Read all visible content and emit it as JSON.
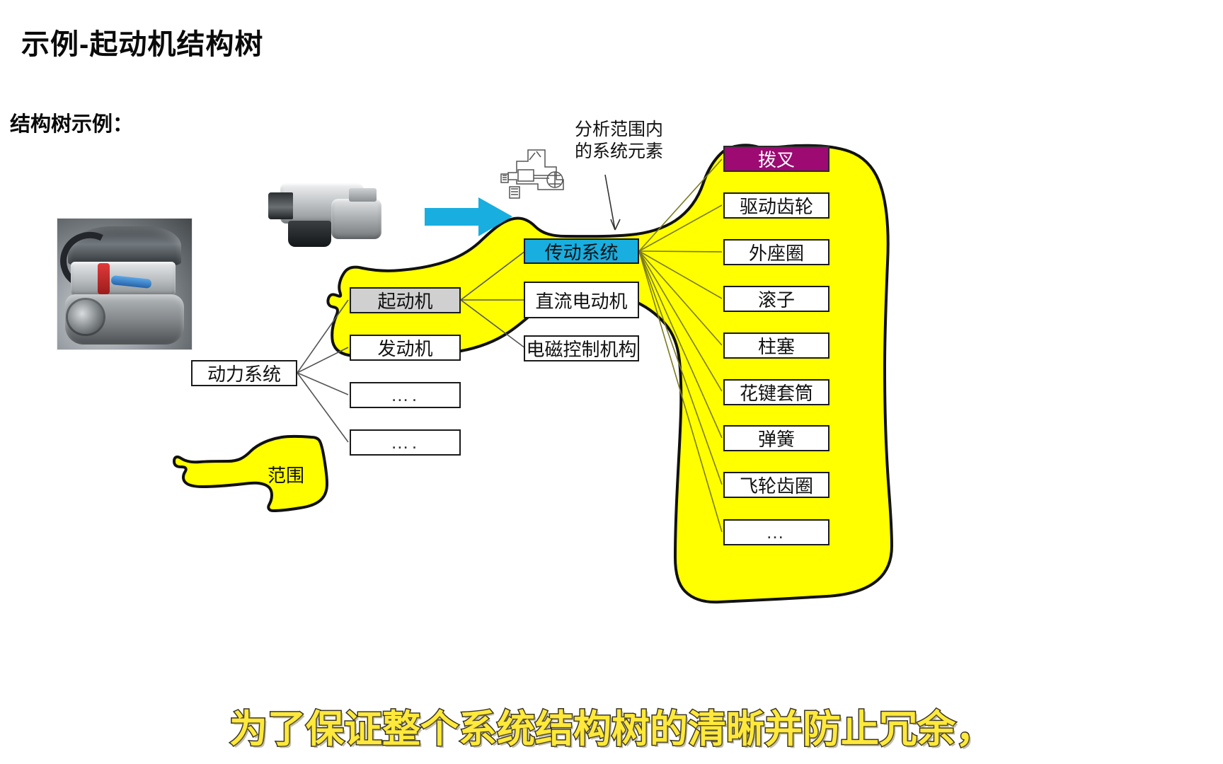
{
  "page": {
    "title": "示例-起动机结构树",
    "section_label": "结构树示例：",
    "bottom_caption": "为了保证整个系统结构树的清晰并防止冗余，",
    "background_color": "#ffffff"
  },
  "colors": {
    "scope_fill": "#ffff00",
    "scope_stroke": "#111111",
    "highlight_box": "#9c0a72",
    "highlight_text": "#ffffff",
    "focus_box": "#18aee0",
    "selected_box": "#d0d0d0",
    "arrow": "#18aee0",
    "caption_text": "#ffe93a",
    "caption_outline": "#3a3320",
    "connector_line": "#555555",
    "fan_line": "#7a7a20"
  },
  "annotations": {
    "scope_note": "分析范围内\n的系统元素",
    "legend_label": "范围"
  },
  "images": {
    "engine_photo": "engine-photo",
    "starter_photo": "starter-photo",
    "starter_line_drawing": "starter-line-drawing",
    "flow_arrow": "right-arrow-icon"
  },
  "tree": {
    "level1": {
      "label": "动力系统"
    },
    "level2": [
      {
        "label": "起动机",
        "style": "selected"
      },
      {
        "label": "发动机",
        "style": "plain"
      },
      {
        "label": "….",
        "style": "dots"
      },
      {
        "label": "….",
        "style": "dots"
      }
    ],
    "level3": [
      {
        "label": "传动系统",
        "style": "focus"
      },
      {
        "label": "直流电动机",
        "style": "plain"
      },
      {
        "label": "电磁控制机构",
        "style": "plain"
      }
    ],
    "level4": [
      {
        "label": "拨叉",
        "style": "highlight"
      },
      {
        "label": "驱动齿轮",
        "style": "plain"
      },
      {
        "label": "外座圈",
        "style": "plain"
      },
      {
        "label": "滚子",
        "style": "plain"
      },
      {
        "label": "柱塞",
        "style": "plain"
      },
      {
        "label": "花键套筒",
        "style": "plain"
      },
      {
        "label": "弹簧",
        "style": "plain"
      },
      {
        "label": "飞轮齿圈",
        "style": "plain"
      },
      {
        "label": "…",
        "style": "dots"
      }
    ]
  }
}
